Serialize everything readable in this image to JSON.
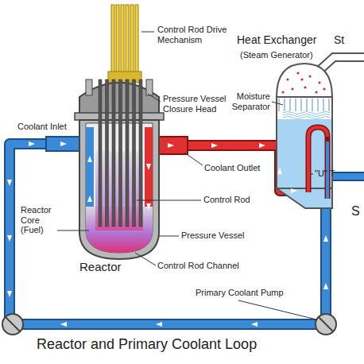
{
  "diagram": {
    "caption": "Reactor and Primary Coolant Loop",
    "labels": [
      "Control Rod Drive Mechanism",
      "Heat Exchanger",
      "(Steam Generator)",
      "St",
      "Moisture Separator",
      "Pressure Vessel Closure Head",
      "Coolant Inlet",
      "Coolant Outlet",
      "Control Rod",
      "\"U\" T",
      "S",
      "Reactor Core (Fuel)",
      "Pressure Vessel",
      "Control Rod Channel",
      "Reactor",
      "Primary Coolant Pump"
    ]
  }
}
